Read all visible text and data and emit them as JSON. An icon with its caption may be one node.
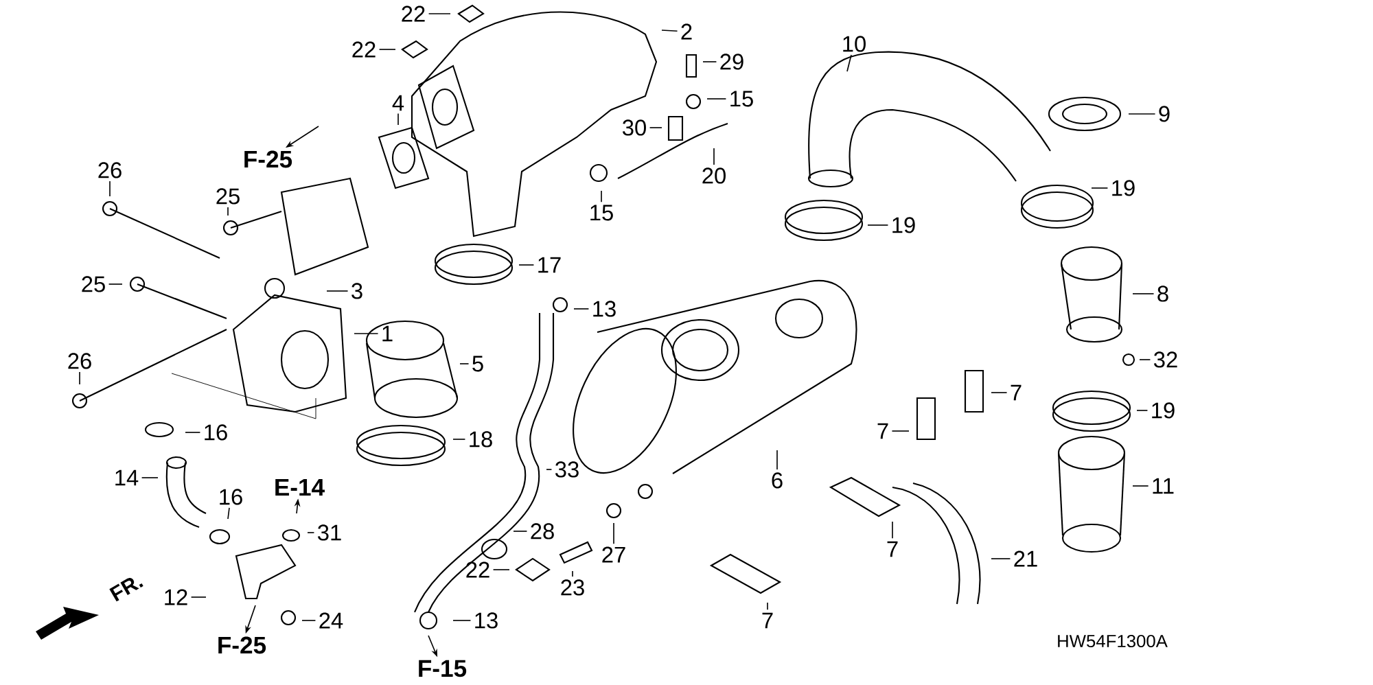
{
  "diagram": {
    "nodes": [
      {
        "text": [
          "22"
        ]
      },
      {
        "text": [
          "22"
        ]
      },
      {
        "text": [
          "2"
        ]
      },
      {
        "text": [
          "29"
        ]
      },
      {
        "text": [
          "4"
        ]
      },
      {
        "text": [
          "15"
        ]
      },
      {
        "text": [
          "30"
        ]
      },
      {
        "text": [
          "10"
        ]
      },
      {
        "text": [
          "9"
        ]
      },
      {
        "text": [
          "F-25"
        ]
      },
      {
        "text": [
          "26"
        ]
      },
      {
        "text": [
          "25"
        ]
      },
      {
        "text": [
          "15"
        ]
      },
      {
        "text": [
          "20"
        ]
      },
      {
        "text": [
          "19"
        ]
      },
      {
        "text": [
          "19"
        ]
      },
      {
        "text": [
          "17"
        ]
      },
      {
        "text": [
          "3"
        ]
      },
      {
        "text": [
          "25"
        ]
      },
      {
        "text": [
          "8"
        ]
      },
      {
        "text": [
          "13"
        ]
      },
      {
        "text": [
          "1"
        ]
      },
      {
        "text": [
          "5"
        ]
      },
      {
        "text": [
          "32"
        ]
      },
      {
        "text": [
          "26"
        ]
      },
      {
        "text": [
          "7"
        ]
      },
      {
        "text": [
          "19"
        ]
      },
      {
        "text": [
          "16"
        ]
      },
      {
        "text": [
          "7"
        ]
      },
      {
        "text": [
          "18"
        ]
      },
      {
        "text": [
          "6"
        ]
      },
      {
        "text": [
          "14"
        ]
      },
      {
        "text": [
          "33"
        ]
      },
      {
        "text": [
          "11"
        ]
      },
      {
        "text": [
          "16"
        ]
      },
      {
        "text": [
          "E-14"
        ]
      },
      {
        "text": [
          "31"
        ]
      },
      {
        "text": [
          "28"
        ]
      },
      {
        "text": [
          "7"
        ]
      },
      {
        "text": [
          "22"
        ]
      },
      {
        "text": [
          "27"
        ]
      },
      {
        "text": [
          "21"
        ]
      },
      {
        "text": [
          "12"
        ]
      },
      {
        "text": [
          "23"
        ]
      },
      {
        "text": [
          "24"
        ]
      },
      {
        "text": [
          "13"
        ]
      },
      {
        "text": [
          "7"
        ]
      },
      {
        "text": [
          "F-25"
        ]
      },
      {
        "text": [
          "F-15"
        ]
      }
    ],
    "edges": [
      {
        "from": 0,
        "to": null,
        "arrow": "none"
      },
      {
        "from": 1,
        "to": null,
        "arrow": "none"
      },
      {
        "from": 2,
        "to": null,
        "arrow": "none"
      },
      {
        "from": 3,
        "to": null,
        "arrow": "none"
      },
      {
        "from": 4,
        "to": null,
        "arrow": "none"
      },
      {
        "from": 5,
        "to": null,
        "arrow": "none"
      },
      {
        "from": 6,
        "to": null,
        "arrow": "none"
      },
      {
        "from": 7,
        "to": null,
        "arrow": "none"
      },
      {
        "from": 8,
        "to": null,
        "arrow": "none"
      },
      {
        "from": null,
        "to": 9,
        "arrow": "to"
      },
      {
        "from": 10,
        "to": null,
        "arrow": "none"
      },
      {
        "from": 11,
        "to": null,
        "arrow": "none"
      },
      {
        "from": 12,
        "to": null,
        "arrow": "none"
      },
      {
        "from": 13,
        "to": null,
        "arrow": "none"
      },
      {
        "from": 14,
        "to": null,
        "arrow": "none"
      },
      {
        "from": 15,
        "to": null,
        "arrow": "none"
      },
      {
        "from": 16,
        "to": null,
        "arrow": "none"
      },
      {
        "from": 17,
        "to": null,
        "arrow": "none"
      },
      {
        "from": 18,
        "to": null,
        "arrow": "none"
      },
      {
        "from": 19,
        "to": null,
        "arrow": "none"
      },
      {
        "from": 20,
        "to": null,
        "arrow": "none"
      },
      {
        "from": 21,
        "to": null,
        "arrow": "none"
      },
      {
        "from": 22,
        "to": null,
        "arrow": "none"
      },
      {
        "from": 23,
        "to": null,
        "arrow": "none"
      },
      {
        "from": 24,
        "to": null,
        "arrow": "none"
      },
      {
        "from": 25,
        "to": null,
        "arrow": "none"
      },
      {
        "from": 26,
        "to": null,
        "arrow": "none"
      },
      {
        "from": 27,
        "to": null,
        "arrow": "none"
      },
      {
        "from": 28,
        "to": null,
        "arrow": "none"
      },
      {
        "from": 29,
        "to": null,
        "arrow": "none"
      },
      {
        "from": 30,
        "to": null,
        "arrow": "none"
      },
      {
        "from": 31,
        "to": null,
        "arrow": "none"
      },
      {
        "from": 32,
        "to": null,
        "arrow": "none"
      },
      {
        "from": 33,
        "to": null,
        "arrow": "none"
      },
      {
        "from": 34,
        "to": null,
        "arrow": "none"
      },
      {
        "from": null,
        "to": 35,
        "arrow": "to"
      },
      {
        "from": 36,
        "to": null,
        "arrow": "none"
      },
      {
        "from": 37,
        "to": null,
        "arrow": "none"
      },
      {
        "from": 38,
        "to": null,
        "arrow": "none"
      },
      {
        "from": 39,
        "to": null,
        "arrow": "none"
      },
      {
        "from": 40,
        "to": null,
        "arrow": "none"
      },
      {
        "from": 41,
        "to": null,
        "arrow": "none"
      },
      {
        "from": 42,
        "to": null,
        "arrow": "none"
      },
      {
        "from": 43,
        "to": null,
        "arrow": "none"
      },
      {
        "from": 44,
        "to": null,
        "arrow": "none"
      },
      {
        "from": 45,
        "to": null,
        "arrow": "none"
      },
      {
        "from": 46,
        "to": null,
        "arrow": "none"
      },
      {
        "from": null,
        "to": 47,
        "arrow": "to"
      },
      {
        "from": null,
        "to": 48,
        "arrow": "to"
      }
    ],
    "labels": [
      "FR.",
      "HW54F1300A"
    ]
  }
}
